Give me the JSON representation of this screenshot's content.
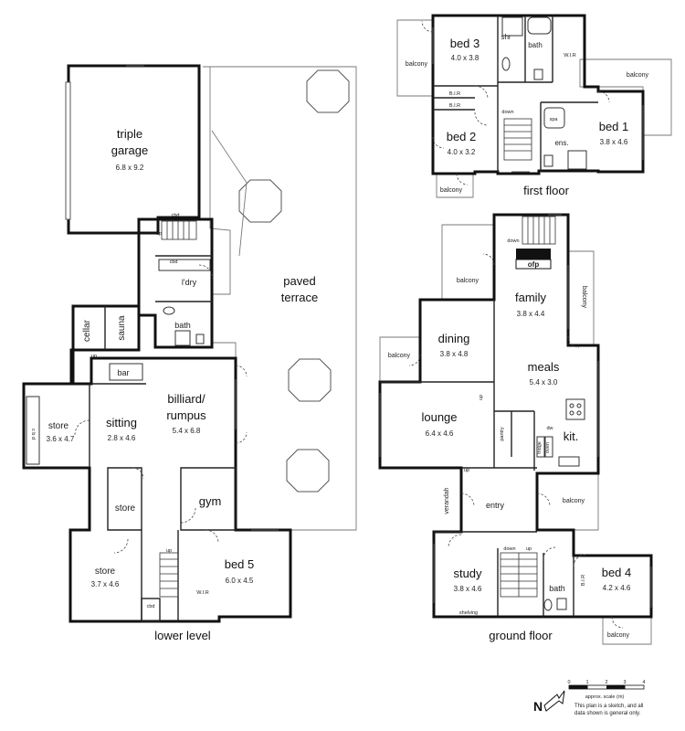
{
  "levels": {
    "lower": "lower level",
    "ground": "ground floor",
    "first": "first floor"
  },
  "rooms": {
    "triple_garage": {
      "name_line1": "triple",
      "name_line2": "garage",
      "dims": "6.8 x 9.2"
    },
    "paved_terrace": {
      "name_line1": "paved",
      "name_line2": "terrace"
    },
    "billiard": {
      "name_line1": "billiard/",
      "name_line2": "rumpus",
      "dims": "5.4 x 6.8"
    },
    "sitting": {
      "name": "sitting",
      "dims": "2.8 x 4.6"
    },
    "store_left": {
      "name": "store",
      "dims": "3.6 x 4.7"
    },
    "store_small": {
      "name": "store"
    },
    "store_bottom": {
      "name": "store",
      "dims": "3.7 x 4.6"
    },
    "gym": {
      "name": "gym"
    },
    "bed5": {
      "name": "bed 5",
      "dims": "6.0 x 4.5"
    },
    "sauna": {
      "name": "sauna"
    },
    "cellar": {
      "name": "cellar"
    },
    "ldry": {
      "name": "l'dry"
    },
    "bath_lower": {
      "name": "bath"
    },
    "bar": {
      "name": "bar"
    },
    "bed3": {
      "name": "bed 3",
      "dims": "4.0 x 3.8"
    },
    "bed2": {
      "name": "bed 2",
      "dims": "4.0 x 3.2"
    },
    "bed1": {
      "name": "bed 1",
      "dims": "3.8 x 4.6"
    },
    "bath_first": {
      "name": "bath"
    },
    "shr": {
      "name": "shr"
    },
    "ens": {
      "name": "ens."
    },
    "spa": {
      "name": "spa"
    },
    "family": {
      "name": "family",
      "dims": "3.8 x 4.4"
    },
    "dining": {
      "name": "dining",
      "dims": "3.8 x 4.8"
    },
    "meals": {
      "name": "meals",
      "dims": "5.4 x 3.0"
    },
    "lounge": {
      "name": "lounge",
      "dims": "6.4 x 4.6"
    },
    "kit": {
      "name": "kit."
    },
    "entry": {
      "name": "entry"
    },
    "study": {
      "name": "study",
      "dims": "3.8 x 4.6"
    },
    "bed4": {
      "name": "bed 4",
      "dims": "4.2 x 4.6"
    },
    "bath_ground": {
      "name": "bath"
    }
  },
  "labels": {
    "balcony": "balcony",
    "verandah": "verandah",
    "cbd": "cbd",
    "wir": "W.I.R",
    "bir": "B.I.R",
    "up": "up",
    "down": "down",
    "ofp": "ofp",
    "pantry": "pantry",
    "shelving": "shelving",
    "fridge": "fridge",
    "oven": "oven",
    "dw": "dw",
    "cbd_vertical": "c b d"
  },
  "scale": {
    "ticks": [
      "0",
      "1",
      "2",
      "3",
      "4"
    ],
    "caption": "approx. scale (m)",
    "disclaimer_line1": "This plan is a sketch, and all",
    "disclaimer_line2": "data shown is general only.",
    "north": "N"
  }
}
